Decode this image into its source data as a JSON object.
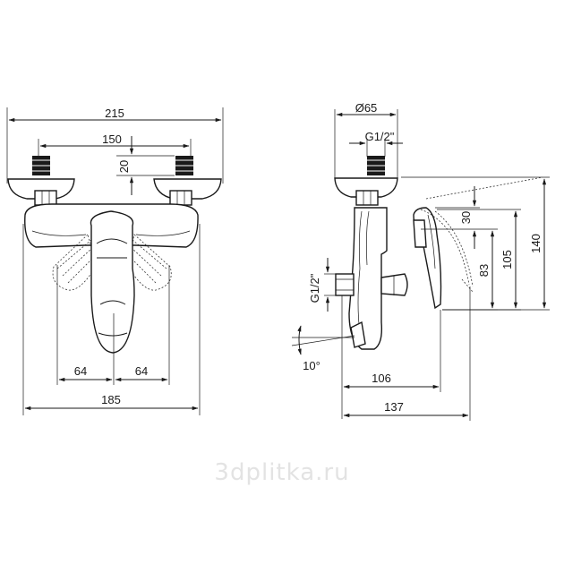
{
  "front_view": {
    "dim_overall_width": "215",
    "dim_inlet_spacing": "150",
    "dim_inlet_height": "20",
    "dim_left_offset": "64",
    "dim_right_offset": "64",
    "dim_body_width": "185"
  },
  "side_view": {
    "dim_diameter": "Ø65",
    "dim_thread_top": "G1/2\"",
    "dim_thread_side": "G1/2\"",
    "dim_30": "30",
    "dim_83": "83",
    "dim_105": "105",
    "dim_140": "140",
    "dim_angle": "10°",
    "dim_106": "106",
    "dim_137": "137"
  },
  "watermark": "3dplitka.ru",
  "colors": {
    "line": "#1a1a1a",
    "background": "#ffffff",
    "watermark": "#e3e3e3"
  }
}
